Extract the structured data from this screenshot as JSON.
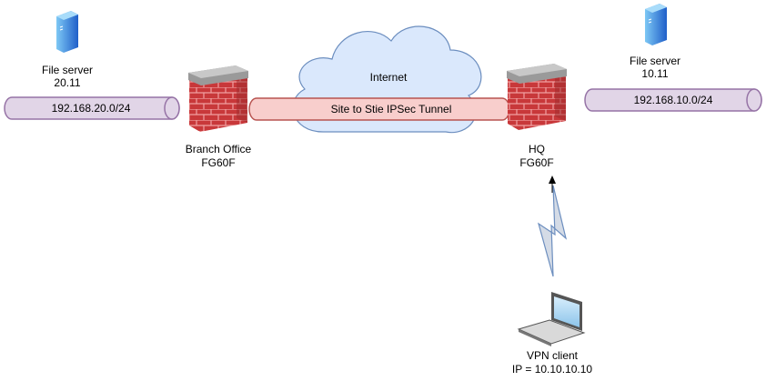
{
  "nodes": {
    "branch_server": {
      "label": "File server",
      "sub": "20.11",
      "icon": "server-icon"
    },
    "hq_server": {
      "label": "File server",
      "sub": "10.11",
      "icon": "server-icon"
    },
    "branch_firewall": {
      "label": "Branch Office",
      "sub": "FG60F",
      "icon": "firewall-icon"
    },
    "hq_firewall": {
      "label": "HQ",
      "sub": "FG60F",
      "icon": "firewall-icon"
    },
    "internet": {
      "label": "Internet",
      "icon": "cloud-icon"
    },
    "vpn_client": {
      "label": "VPN client",
      "sub": "IP = 10.10.10.10",
      "icon": "laptop-icon"
    }
  },
  "links": {
    "branch_lan": {
      "label": "192.168.20.0/24",
      "color": "#e1d5e7"
    },
    "hq_lan": {
      "label": "192.168.10.0/24",
      "color": "#e1d5e7"
    },
    "tunnel": {
      "label": "Site to Stie IPSec Tunnel",
      "color": "#f8cecc"
    },
    "wireless": {
      "icon": "lightning-icon"
    }
  }
}
